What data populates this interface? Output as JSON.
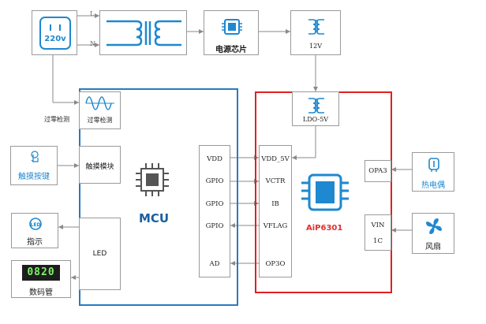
{
  "colors": {
    "mcu_border": "#2a7ac0",
    "aip_border": "#e02020",
    "line": "#8a8a8a",
    "icon_blue": "#1e88d0"
  },
  "power": {
    "socket": "220v",
    "phase_L": "L",
    "phase_N": "N",
    "chip": "电源芯片",
    "transformer_12v": "12V",
    "ldo": "LDO-5V"
  },
  "zero_cross": {
    "outer": "过零检测",
    "inner": "过零检测"
  },
  "touch": {
    "outer": "触摸按键",
    "inner": "触摸模块"
  },
  "led": {
    "indicator": "指示",
    "led_box": "LED",
    "display": "数码管",
    "display_digits": "0820"
  },
  "mcu": {
    "title": "MCU",
    "pins": [
      "VDD",
      "GPIO",
      "GPIO",
      "GPIO",
      "AD"
    ]
  },
  "aip": {
    "title": "AiP6301",
    "pins": [
      "VDD_5V",
      "VCTR",
      "IB",
      "VFLAG",
      "OP3O"
    ]
  },
  "right": {
    "opa3": "OPA3",
    "vin": "VIN",
    "ic": "1C",
    "thermo": "热电偶",
    "fan": "风扇"
  }
}
